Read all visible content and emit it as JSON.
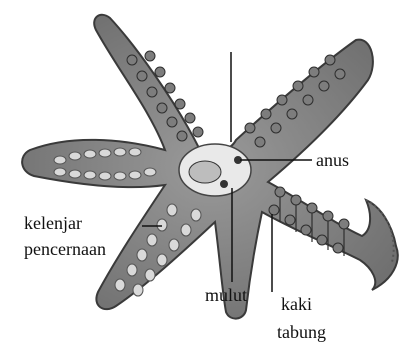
{
  "diagram": {
    "labels": {
      "anus": "anus",
      "kelenjar_line1": "kelenjar",
      "kelenjar_line2": "pencernaan",
      "mulut": "mulut",
      "kaki_line1": "kaki",
      "kaki_line2": "tabung"
    },
    "colors": {
      "skin": "#8e8e8e",
      "skin_dark": "#5f5f5f",
      "gland": "#d8d8d8",
      "center": "#eeeeee",
      "line": "#222222"
    }
  }
}
